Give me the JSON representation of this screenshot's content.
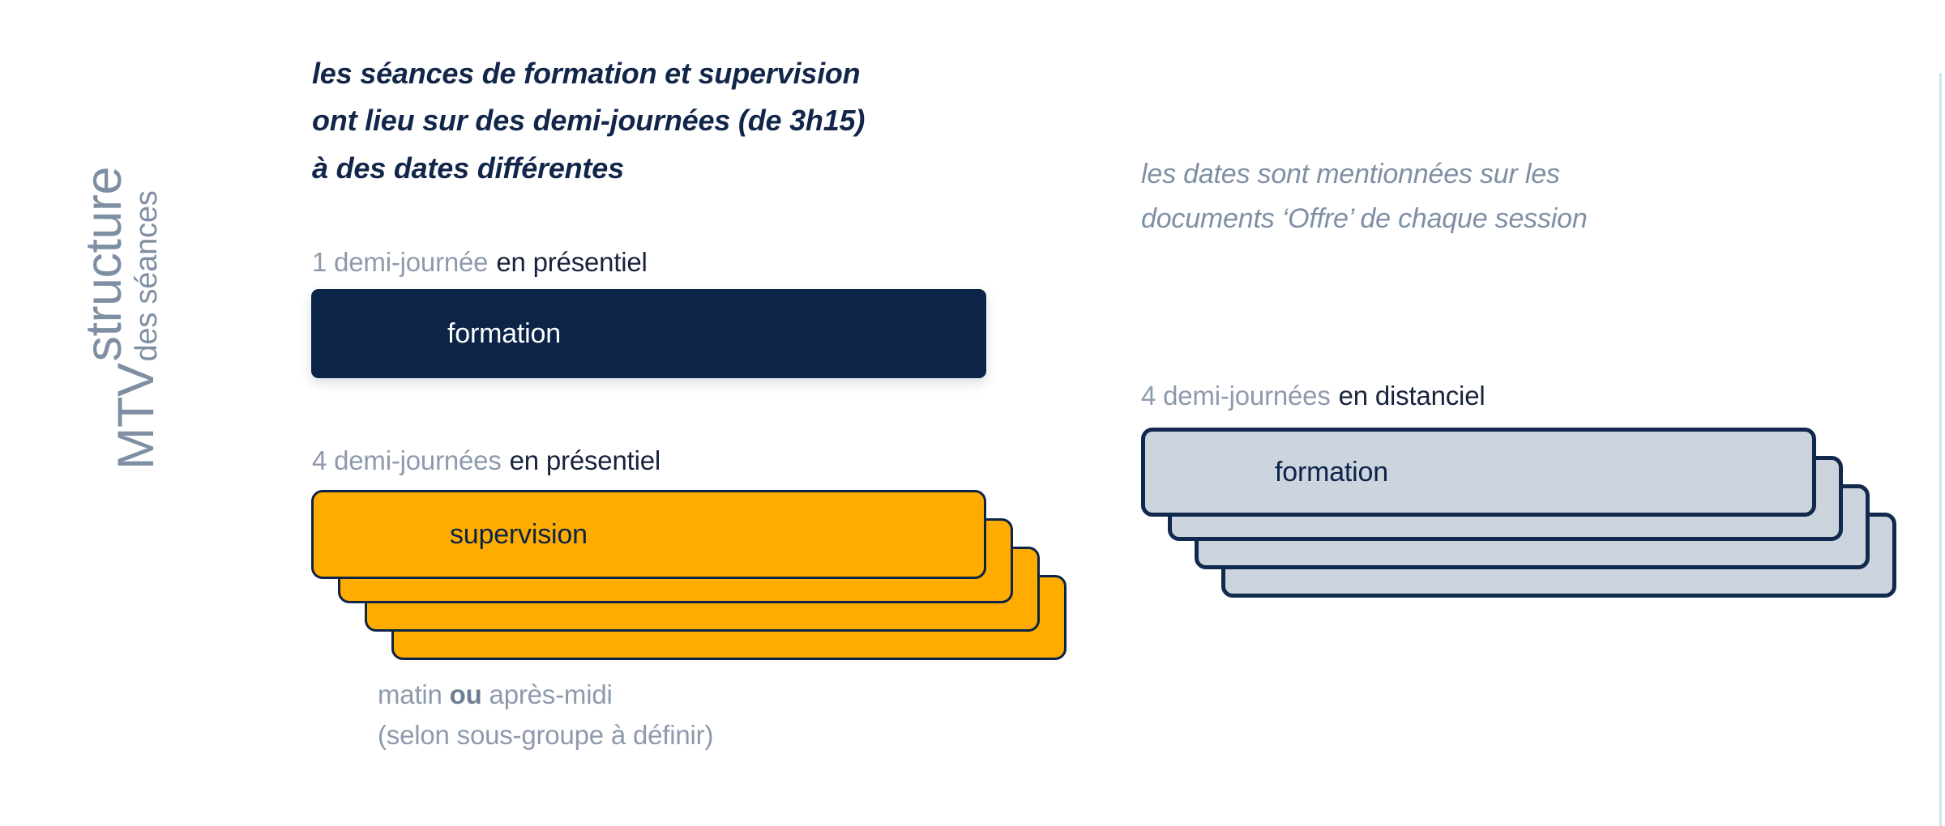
{
  "side_label": {
    "brand": "MTV",
    "line1": "structure",
    "line2": "des séances"
  },
  "headline": {
    "line1": "les séances de formation et supervision",
    "line2": "ont lieu sur des demi-journées (de 3h15)",
    "line3": "à des dates différentes"
  },
  "note": {
    "line1": "les dates sont mentionnées sur les",
    "line2": "documents ‘Offre’ de chaque session"
  },
  "groups": [
    {
      "id": "formation-presentiel",
      "caption_count": "1 demi-journée",
      "caption_mode": "en présentiel",
      "card_label": "formation",
      "card_count": 1,
      "style": "dark"
    },
    {
      "id": "supervision-presentiel",
      "caption_count": "4 demi-journées",
      "caption_mode": "en présentiel",
      "card_label": "supervision",
      "card_count": 4,
      "style": "orange"
    },
    {
      "id": "formation-distanciel",
      "caption_count": "4 demi-journées",
      "caption_mode": "en distanciel",
      "card_label": "formation",
      "card_count": 4,
      "style": "grey"
    }
  ],
  "footnote": {
    "line1_a": "matin ",
    "line1_b": "ou",
    "line1_c": " après-midi",
    "line2": "(selon sous-groupe à définir)"
  },
  "colors": {
    "navy": "#0b2447",
    "orange": "#FFAC00",
    "light_blue_grey": "#ccd4de",
    "grey_text": "#8d9aac",
    "background": "#ffffff"
  }
}
